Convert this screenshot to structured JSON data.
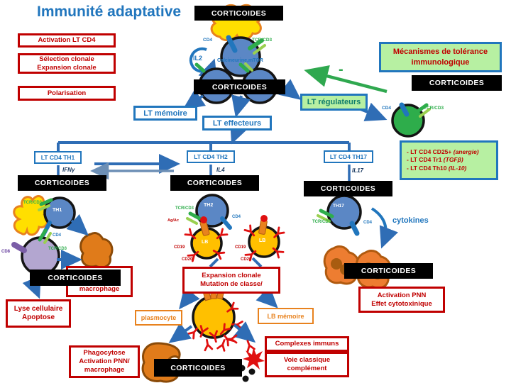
{
  "title": "Immunité adaptative",
  "corticoides": "CORTICOIDES",
  "colors": {
    "red": "#c00000",
    "blue": "#2176bd",
    "arrow_blue": "#2f6db5",
    "green": "#2fa84f",
    "green_bg": "#b7f0a2",
    "teal": "#0f7c6b",
    "orange": "#e8821e"
  },
  "left_steps": {
    "activation": "Activation LT CD4",
    "selection_l1": "Sélection clonale",
    "selection_l2": "Expansion clonale",
    "polarisation": "Polarisation"
  },
  "activation_cluster": {
    "cd4": "CD4",
    "tcr": "TCR/CD3",
    "il2": "IL2",
    "signaling": "Calcineurine,mTOR"
  },
  "fates": {
    "memoire": "LT mémoire",
    "effecteurs": "LT effecteurs",
    "regulateurs": "LT régulateurs"
  },
  "tolerance": {
    "box_l1": "Mécanismes de tolérance",
    "box_l2": "immunologique",
    "minus": "-",
    "treg_cd4": "CD4",
    "treg_tcr": "TCR/CD3",
    "list": [
      {
        "t": "- LT CD4 CD25+ ",
        "i": "(anergie)"
      },
      {
        "t": "- LT CD4 Tr1 ",
        "i": "(TGFβ)"
      },
      {
        "t": "- LT CD4 Th10 ",
        "i": "(IL-10)"
      }
    ]
  },
  "th1": {
    "box": "LT CD4 TH1",
    "cytokine": "IFNγ",
    "cell": "TH1",
    "tcr": "TCR/CD3",
    "cd4": "CD4",
    "cd8": "CD8",
    "cd8_tcr": "TCR/CD3"
  },
  "th2": {
    "box": "LT CD4 TH2",
    "cytokine": "IL4",
    "cell": "TH2",
    "tcr": "TCR/CD3",
    "cd4": "CD4",
    "ag": "Ag/Ac",
    "lb": "LB",
    "cd19": "CD19",
    "cd20": "CD20"
  },
  "th17": {
    "box": "LT CD4 TH17",
    "cytokine": "IL17",
    "cell": "TH17",
    "tcr": "TCR/CD3",
    "cd4": "CD4",
    "cytokines": "cytokines"
  },
  "bottom": {
    "lyse_l1": "Lyse cellulaire",
    "lyse_l2": "Apoptose",
    "macrophage_partial": "macrophage",
    "plasmocyte": "plasmocyte",
    "lb_memoire": "LB mémoire",
    "phago_l1": "Phagocytose",
    "phago_l2": "Activation PNN/",
    "phago_l3": "macrophage",
    "expansion_l1": "Expansion clonale",
    "expansion_l2": "Mutation de classe/",
    "complexes": "Complexes immuns",
    "voie_l1": "Voie classique",
    "voie_l2": "complément",
    "pnn_l1": "Activation PNN",
    "pnn_l2": "Effet cytotoxinique"
  }
}
